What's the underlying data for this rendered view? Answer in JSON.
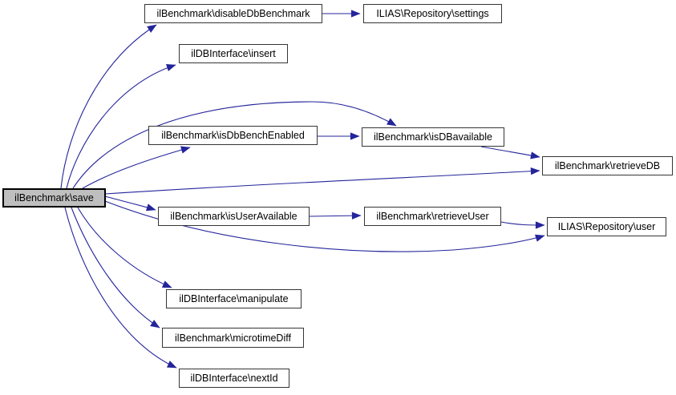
{
  "diagram": {
    "type": "call-graph",
    "root": "ilBenchmark\\save",
    "edge_color": "#24249b",
    "node_fill": "#ffffff",
    "root_node_fill": "#bfbfbf",
    "nodes": {
      "save": {
        "label": "ilBenchmark\\save"
      },
      "disableDbBenchmark": {
        "label": "ilBenchmark\\disableDbBenchmark"
      },
      "settings": {
        "label": "ILIAS\\Repository\\settings"
      },
      "insert": {
        "label": "ilDBInterface\\insert"
      },
      "isDbBenchEnabled": {
        "label": "ilBenchmark\\isDbBenchEnabled"
      },
      "isDBavailable": {
        "label": "ilBenchmark\\isDBavailable"
      },
      "retrieveDB": {
        "label": "ilBenchmark\\retrieveDB"
      },
      "isUserAvailable": {
        "label": "ilBenchmark\\isUserAvailable"
      },
      "retrieveUser": {
        "label": "ilBenchmark\\retrieveUser"
      },
      "user": {
        "label": "ILIAS\\Repository\\user"
      },
      "manipulate": {
        "label": "ilDBInterface\\manipulate"
      },
      "microtimeDiff": {
        "label": "ilBenchmark\\microtimeDiff"
      },
      "nextId": {
        "label": "ilDBInterface\\nextId"
      }
    },
    "edges": [
      {
        "from": "ilBenchmark\\save",
        "to": "ilBenchmark\\disableDbBenchmark"
      },
      {
        "from": "ilBenchmark\\save",
        "to": "ilDBInterface\\insert"
      },
      {
        "from": "ilBenchmark\\save",
        "to": "ilBenchmark\\isDBavailable"
      },
      {
        "from": "ilBenchmark\\save",
        "to": "ilBenchmark\\isDbBenchEnabled"
      },
      {
        "from": "ilBenchmark\\save",
        "to": "ilBenchmark\\retrieveDB"
      },
      {
        "from": "ilBenchmark\\save",
        "to": "ilBenchmark\\isUserAvailable"
      },
      {
        "from": "ilBenchmark\\save",
        "to": "ILIAS\\Repository\\user"
      },
      {
        "from": "ilBenchmark\\save",
        "to": "ilDBInterface\\manipulate"
      },
      {
        "from": "ilBenchmark\\save",
        "to": "ilBenchmark\\microtimeDiff"
      },
      {
        "from": "ilBenchmark\\save",
        "to": "ilDBInterface\\nextId"
      },
      {
        "from": "ilBenchmark\\disableDbBenchmark",
        "to": "ILIAS\\Repository\\settings"
      },
      {
        "from": "ilBenchmark\\isDbBenchEnabled",
        "to": "ilBenchmark\\isDBavailable"
      },
      {
        "from": "ilBenchmark\\isDBavailable",
        "to": "ilBenchmark\\retrieveDB"
      },
      {
        "from": "ilBenchmark\\isUserAvailable",
        "to": "ilBenchmark\\retrieveUser"
      },
      {
        "from": "ilBenchmark\\retrieveUser",
        "to": "ILIAS\\Repository\\user"
      }
    ]
  }
}
